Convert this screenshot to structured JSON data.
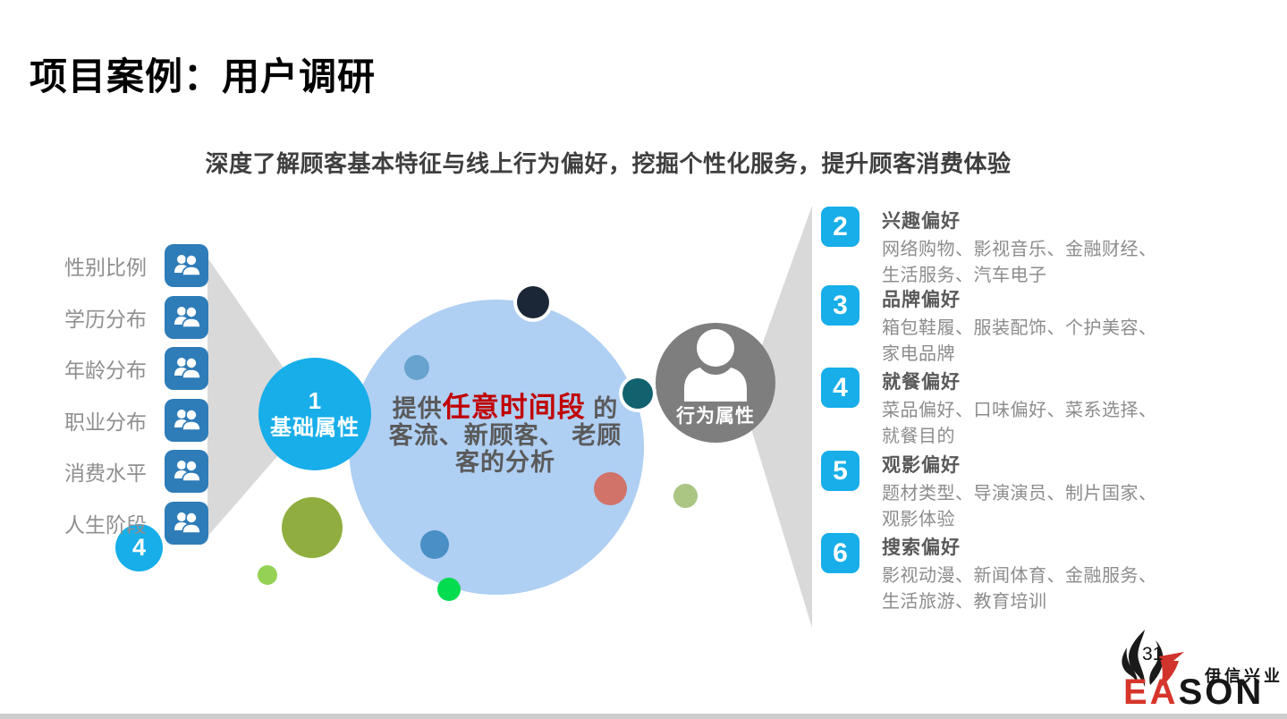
{
  "page": {
    "title": "项目案例：用户调研",
    "subtitle": "深度了解顾客基本特征与线上行为偏好，挖掘个性化服务，提升顾客消费体验",
    "page_number": "31"
  },
  "left_panel": {
    "badge": "4",
    "items": [
      {
        "label": "性别比例",
        "icon": "people-group-icon"
      },
      {
        "label": "学历分布",
        "icon": "people-group-icon"
      },
      {
        "label": "年龄分布",
        "icon": "people-group-icon"
      },
      {
        "label": "职业分布",
        "icon": "people-group-icon"
      },
      {
        "label": "消费水平",
        "icon": "people-group-icon"
      },
      {
        "label": "人生阶段",
        "icon": "people-group-icon"
      }
    ]
  },
  "base_node": {
    "number": "1",
    "label": "基础属性"
  },
  "center_bubble": {
    "line1_prefix": "提供",
    "line1_highlight": "任意时间段",
    "line1_suffix": " 的",
    "line2": "客流、新顾客、 老顾",
    "line3": "客的分析"
  },
  "behavior_node": {
    "label": "行为属性",
    "icon": "person-icon"
  },
  "right_panel": {
    "items": [
      {
        "number": "2",
        "title": "兴趣偏好",
        "desc": "网络购物、影视音乐、金融财经、生活服务、汽车电子"
      },
      {
        "number": "3",
        "title": "品牌偏好",
        "desc": "箱包鞋履、服装配饰、个护美容、家电品牌"
      },
      {
        "number": "4",
        "title": "就餐偏好",
        "desc": "菜品偏好、口味偏好、菜系选择、就餐目的"
      },
      {
        "number": "5",
        "title": "观影偏好",
        "desc": "题材类型、导演演员、制片国家、观影体验"
      },
      {
        "number": "6",
        "title": "搜索偏好",
        "desc": "影视动漫、新闻体育、金融服务、生活旅游、教育培训"
      }
    ]
  },
  "logo": {
    "brand_red": "EA",
    "brand_black": "SON",
    "company": "伊信兴业"
  },
  "colors": {
    "accent_cyan": "#17AEE9",
    "tile_blue": "#2E7CB8",
    "bubble_blue": "#AFCFF3",
    "behavior_gray": "#7E7E7E",
    "funnel_gray": "#D9D9D9",
    "highlight_red": "#C00000",
    "logo_red": "#D6352B"
  },
  "decor_dots": [
    {
      "name": "navy-dot",
      "color": "#1B2737"
    },
    {
      "name": "teal-dot",
      "color": "#11616F"
    },
    {
      "name": "steel-blue-dot-small",
      "color": "#68A2CF"
    },
    {
      "name": "salmon-dot",
      "color": "#D2736A"
    },
    {
      "name": "olive-dot",
      "color": "#8FAE3F"
    },
    {
      "name": "light-green-dot",
      "color": "#94D155"
    },
    {
      "name": "steel-blue-dot",
      "color": "#4A8FC5"
    },
    {
      "name": "bright-green-dot",
      "color": "#03DC4F"
    },
    {
      "name": "sage-dot",
      "color": "#ABC583"
    }
  ]
}
